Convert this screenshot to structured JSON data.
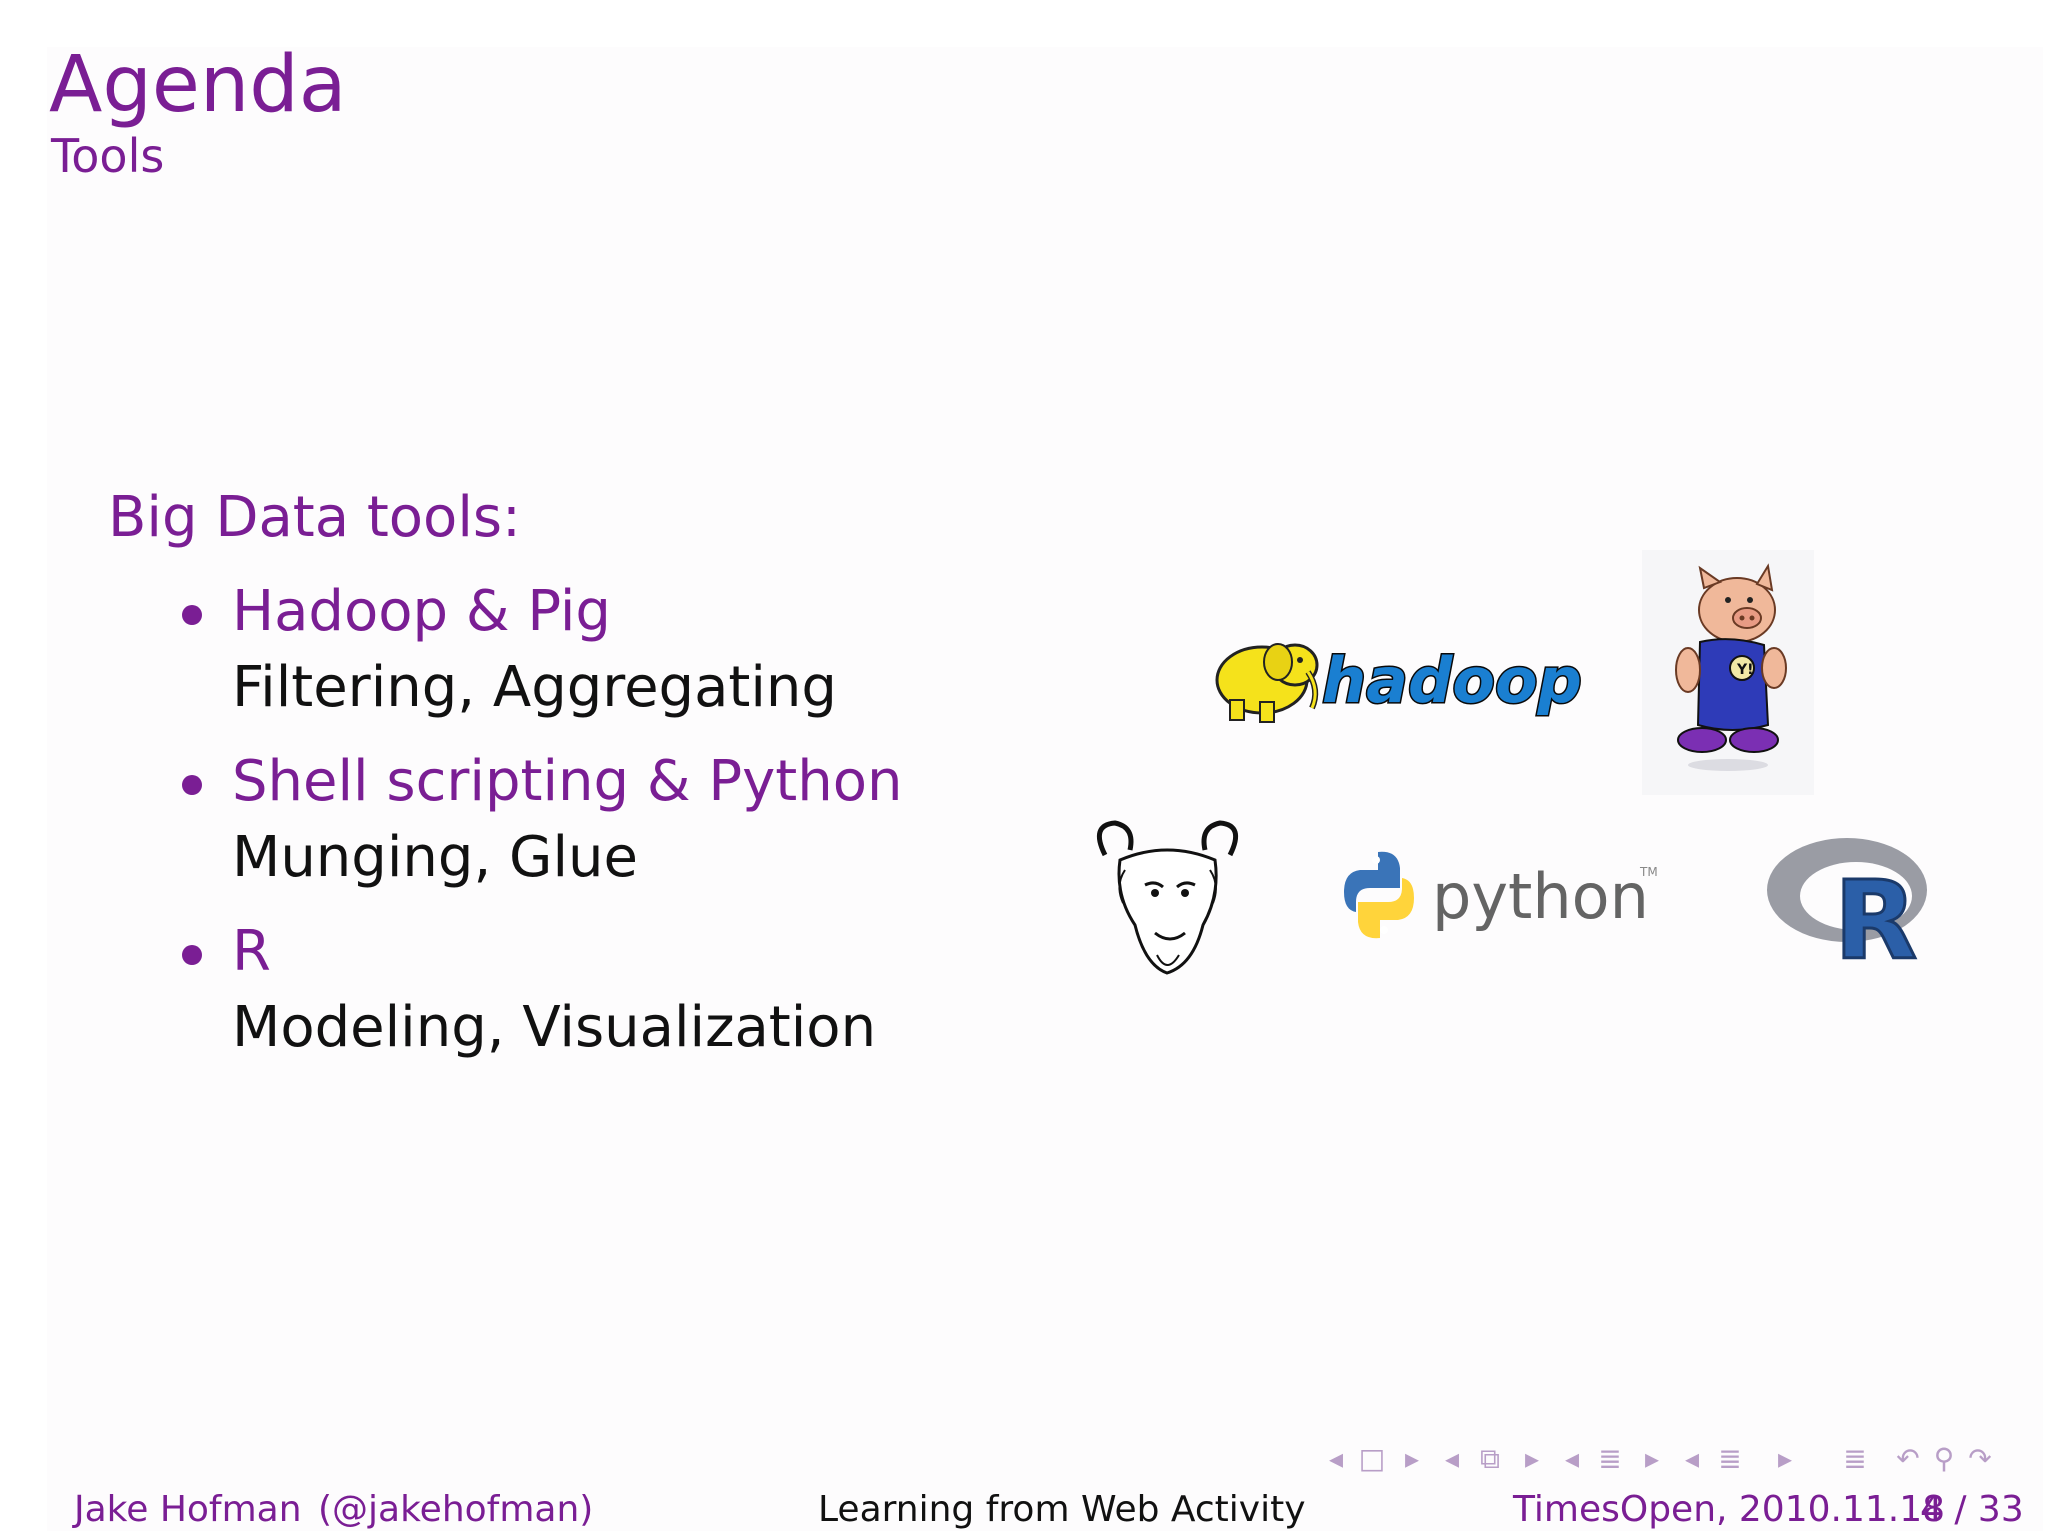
{
  "slide": {
    "title": "Agenda",
    "subtitle": "Tools",
    "intro": "Big Data tools:",
    "bullets": [
      {
        "head": "Hadoop & Pig",
        "desc": "Filtering, Aggregating"
      },
      {
        "head": "Shell scripting & Python",
        "desc": "Munging, Glue"
      },
      {
        "head": "R",
        "desc": "Modeling, Visualization"
      }
    ],
    "logos": {
      "hadoop": "hadoop",
      "python": "python",
      "python_tm": "TM",
      "r": "R"
    }
  },
  "footer": {
    "author": "Jake Hofman",
    "handle": "(@jakehofman)",
    "talk_title": "Learning from Web Activity",
    "event": "TimesOpen, 2010.11.18",
    "page": "4 / 33"
  },
  "navigation": {
    "icons": [
      "nav-prev-slide-icon",
      "nav-slide-icon",
      "nav-next-slide-icon",
      "nav-prev-frame-icon",
      "nav-frame-icon",
      "nav-next-frame-icon",
      "nav-prev-subsection-icon",
      "nav-subsection-icon",
      "nav-next-subsection-icon",
      "nav-prev-section-icon",
      "nav-section-icon",
      "nav-next-section-icon",
      "nav-document-icon",
      "nav-back-icon",
      "nav-search-icon",
      "nav-forward-icon"
    ]
  },
  "colors": {
    "accent": "#7a1e94",
    "text": "#111111",
    "nav": "#b89ec7"
  }
}
